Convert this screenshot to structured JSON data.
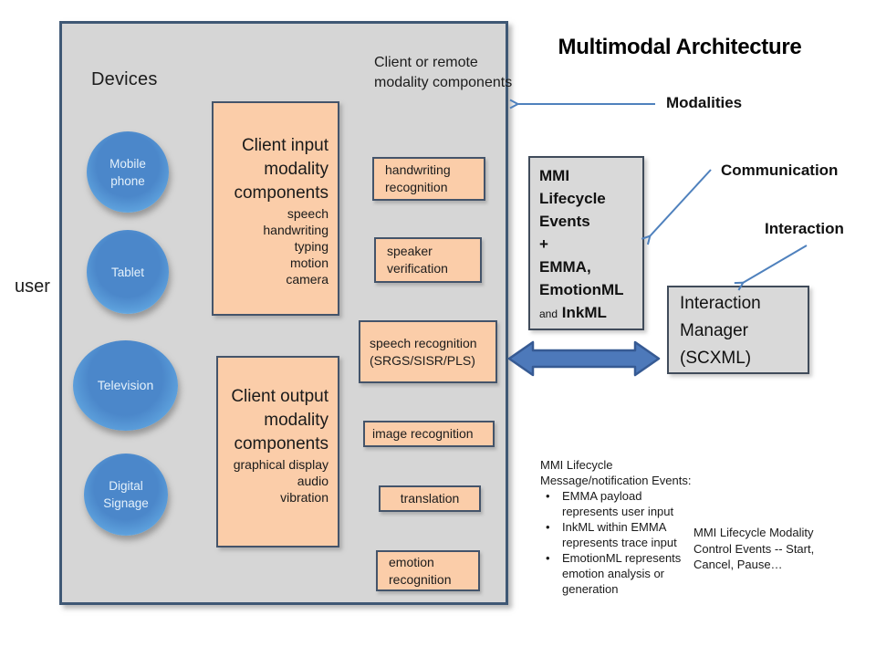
{
  "title": "Multimodal Architecture",
  "user_label": "user",
  "devices_panel": {
    "label": "Devices",
    "devices": [
      {
        "label": "Mobile phone"
      },
      {
        "label": "Tablet"
      },
      {
        "label": "Television"
      },
      {
        "label": "Digital Signage"
      }
    ],
    "client_input_box": {
      "title": "Client input modality components",
      "items": [
        "speech",
        "handwriting",
        "typing",
        "motion",
        "camera"
      ]
    },
    "client_output_box": {
      "title": "Client output modality components",
      "items": [
        "graphical display",
        "audio",
        "vibration"
      ]
    },
    "modality_column_heading": "Client or remote modality components",
    "modality_boxes": [
      {
        "label": "handwriting recognition"
      },
      {
        "label": "speaker verification"
      },
      {
        "label": "speech recognition (SRGS/SISR/PLS)"
      },
      {
        "label": "image recognition"
      },
      {
        "label": "translation"
      },
      {
        "label": "emotion recognition"
      }
    ]
  },
  "callouts": {
    "modalities": "Modalities",
    "communication": "Communication",
    "interaction": "Interaction"
  },
  "mmi_events_box": {
    "lines": [
      "MMI",
      "Lifecycle",
      "Events",
      "+",
      "EMMA,",
      "EmotionML"
    ],
    "last_line_small": "and",
    "last_line_bold": "InkML"
  },
  "interaction_manager_box": {
    "text": "Interaction Manager (SCXML)"
  },
  "notes": {
    "bullet_char": "•",
    "message_notification": {
      "heading": "MMI Lifecycle Message/notification Events:",
      "bullets": [
        "EMMA payload represents user input",
        "InkML within EMMA represents trace input",
        "EmotionML represents emotion analysis or generation"
      ]
    },
    "modality_control": "MMI Lifecycle Modality Control Events -- Start, Cancel, Pause…"
  },
  "colors": {
    "panel_fill": "#D6D6D6",
    "panel_border": "#3F5875",
    "component_fill": "#FBCDA9",
    "component_border": "#44546A",
    "gray_box_fill": "#D9D9D9",
    "gray_box_border": "#404B5A",
    "device_blue": "#4B87CA",
    "device_blue_light": "#93D4F4",
    "arrow_blue": "#4F81BD",
    "block_arrow_fill": "#4D79BA",
    "block_arrow_border": "#365A93"
  }
}
